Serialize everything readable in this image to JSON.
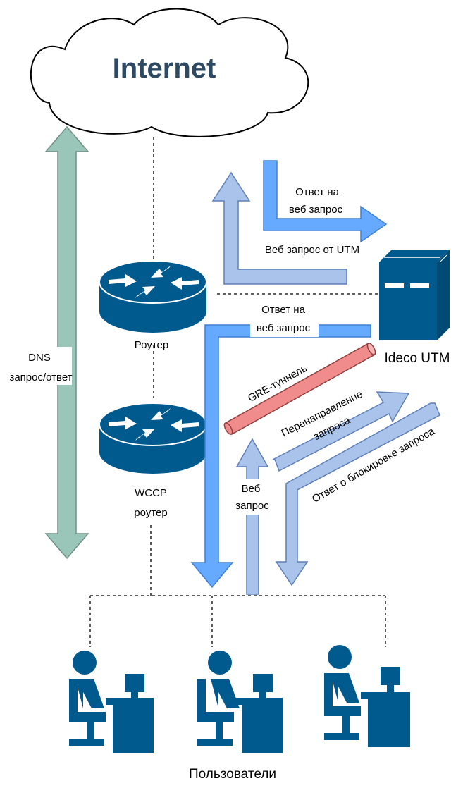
{
  "labels": {
    "internet": "Internet",
    "dns_line1": "DNS",
    "dns_line2": "запрос/ответ",
    "router": "Роутер",
    "wccp_line1": "WCCP",
    "wccp_line2": "роутер",
    "ideco": "Ideco UTM",
    "users": "Пользователи",
    "resp_top_line1": "Ответ на",
    "resp_top_line2": "веб запрос",
    "web_req_utm": "Веб запрос от UTM",
    "resp_mid_line1": "Ответ на",
    "resp_mid_line2": "веб запрос",
    "gre": "GRE-туннель",
    "redirect_line1": "Перенаправление",
    "redirect_line2": "запроса",
    "web_line1": "Веб",
    "web_line2": "запрос",
    "block_resp": "Ответ о блокировке запроса"
  },
  "colors": {
    "internet_text": "#2e4a62",
    "dns_arrow": "#9ac6b9",
    "device_blue": "#005a8e",
    "arrow_blue": "#66aaff",
    "arrow_light": "#a9c3ea",
    "tunnel": "#f08c8c"
  }
}
